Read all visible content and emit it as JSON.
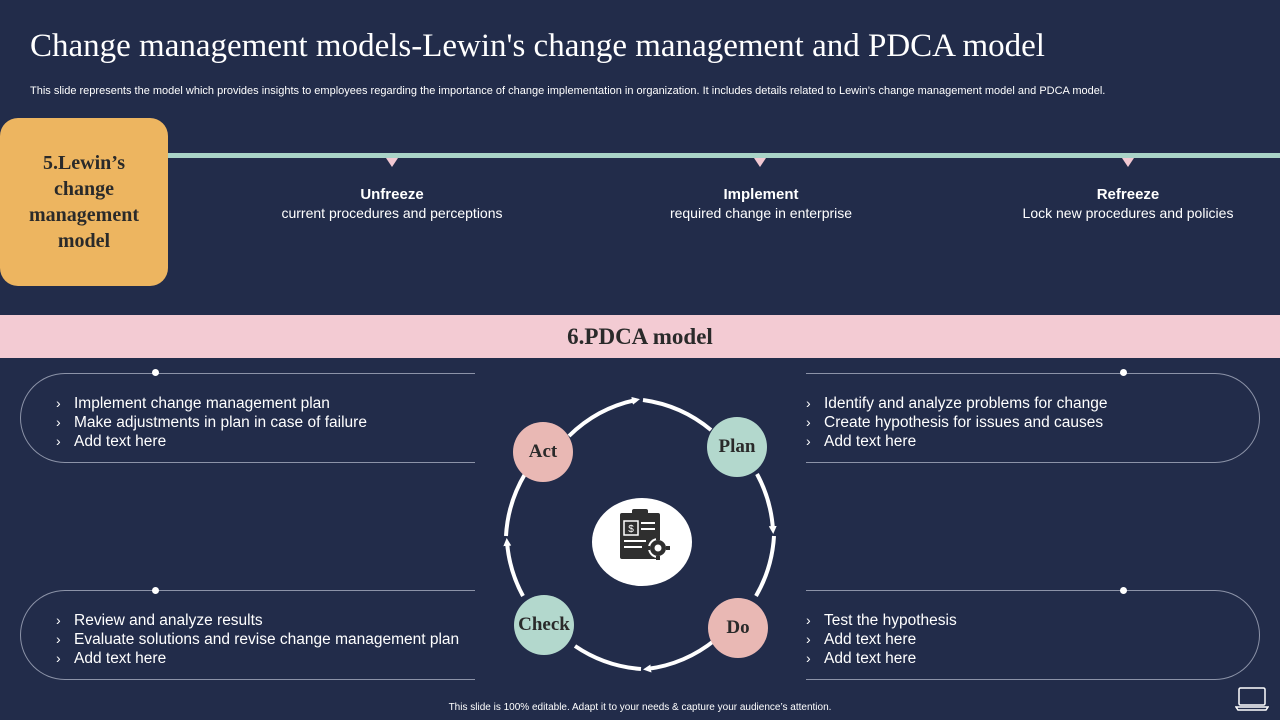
{
  "title": "Change management models-Lewin's change management and PDCA model",
  "subtitle": "This slide represents the model which provides insights to employees regarding the importance of change implementation in organization. It includes details related to Lewin’s change management model and PDCA model.",
  "lewin": {
    "label": "5.Lewin’s change management model",
    "stages": [
      {
        "heading": "Unfreeze",
        "desc": "current procedures and perceptions"
      },
      {
        "heading": "Implement",
        "desc": "required change in enterprise"
      },
      {
        "heading": "Refreeze",
        "desc": "Lock new procedures and policies"
      }
    ]
  },
  "pdca": {
    "label": "6.PDCA model",
    "nodes": {
      "act": "Act",
      "plan": "Plan",
      "check": "Check",
      "do": "Do"
    },
    "top_left": [
      "Implement  change management plan",
      "Make adjustments  in plan in case of failure",
      "Add text here"
    ],
    "top_right": [
      "Identify  and analyze problems for change",
      "Create hypothesis  for issues and causes",
      "Add text here"
    ],
    "bottom_left": [
      "Review and analyze results",
      "Evaluate solutions and revise change management plan",
      "Add text here"
    ],
    "bottom_right": [
      "Test the hypothesis",
      "Add text here",
      "Add text here"
    ],
    "chevron": "›",
    "center_icon": "clipboard-gear-icon"
  },
  "footer": "This slide is 100% editable.  Adapt it to your needs & capture your audience’s attention.",
  "colors": {
    "background": "#222c4a",
    "orange": "#edb560",
    "mint": "#a9d3c7",
    "pink": "#f3cbd3",
    "act": "#e9b8b4",
    "plan": "#b3d8cd",
    "check": "#b3d8cd",
    "do": "#e9b8b4"
  }
}
